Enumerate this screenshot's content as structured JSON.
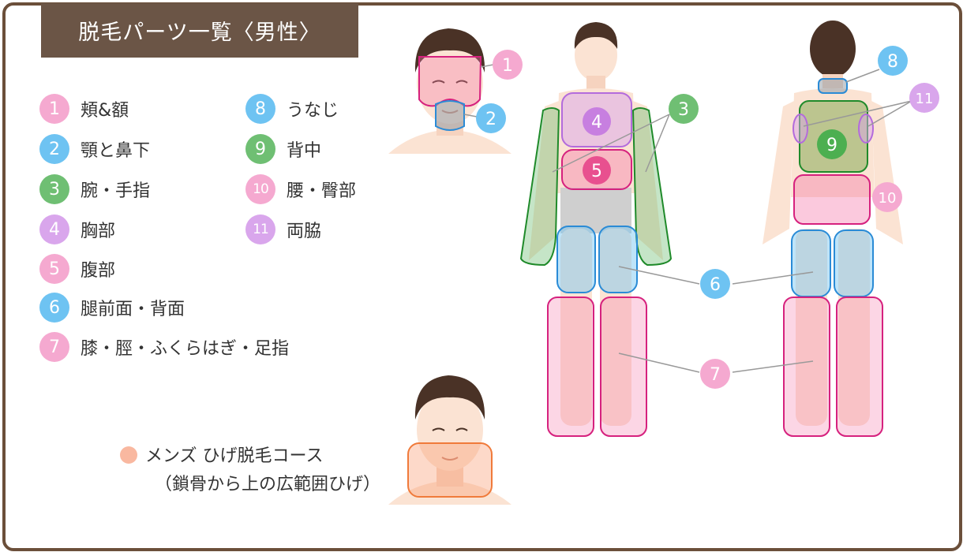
{
  "title": "脱毛パーツ一覧〈男性〉",
  "legend": [
    {
      "num": "1",
      "label": "頬&額",
      "color": "#f5a9d0"
    },
    {
      "num": "2",
      "label": "顎と鼻下",
      "color": "#6ec3f2"
    },
    {
      "num": "3",
      "label": "腕・手指",
      "color": "#6fbf73"
    },
    {
      "num": "4",
      "label": "胸部",
      "color": "#d9a6ec"
    },
    {
      "num": "5",
      "label": "腹部",
      "color": "#f5a9d0"
    },
    {
      "num": "6",
      "label": "腿前面・背面",
      "color": "#6ec3f2"
    },
    {
      "num": "7",
      "label": "膝・脛・ふくらはぎ・足指",
      "color": "#f5a9d0"
    },
    {
      "num": "8",
      "label": "うなじ",
      "color": "#6ec3f2"
    },
    {
      "num": "9",
      "label": "背中",
      "color": "#6fbf73"
    },
    {
      "num": "10",
      "label": "腰・臀部",
      "color": "#f5a9d0"
    },
    {
      "num": "11",
      "label": "両脇",
      "color": "#d9a6ec"
    }
  ],
  "mens_course": {
    "line1": "メンズ ひげ脱毛コース",
    "line2": "（鎖骨から上の広範囲ひげ）",
    "color": "#f9b8a0"
  }
}
